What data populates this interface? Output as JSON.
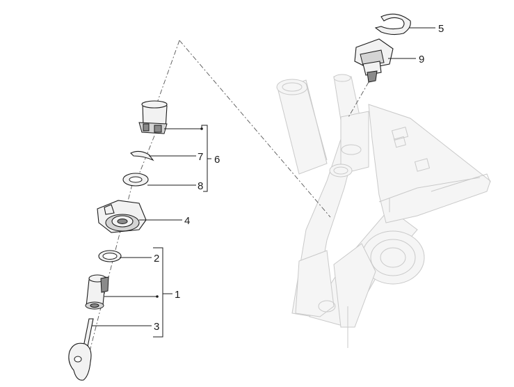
{
  "diagram": {
    "callouts": {
      "n1": "1",
      "n2": "2",
      "n3": "3",
      "n4": "4",
      "n5": "5",
      "n6": "6",
      "n7": "7",
      "n8": "8",
      "n9": "9"
    }
  }
}
